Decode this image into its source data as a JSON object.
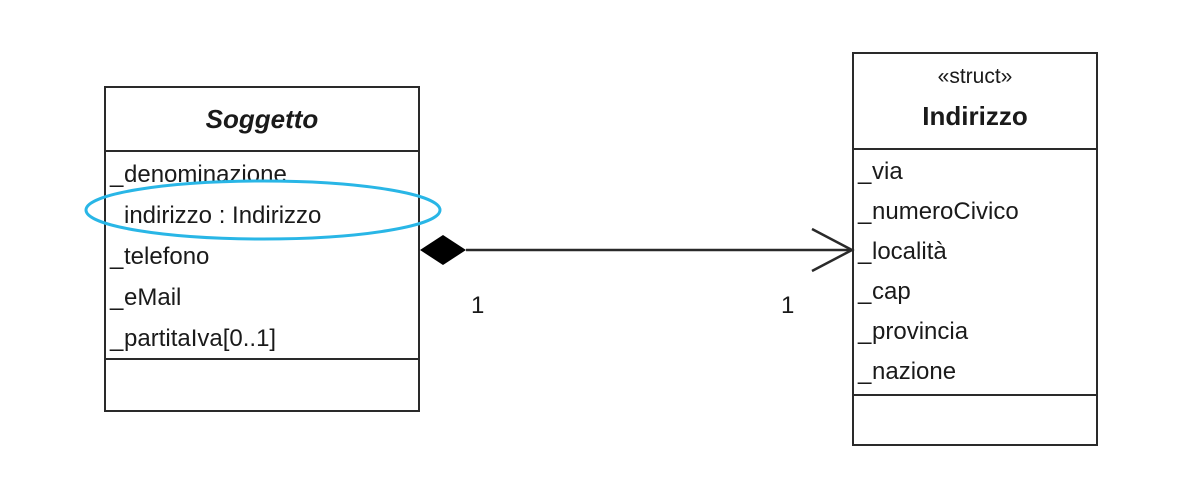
{
  "soggetto": {
    "name": "Soggetto",
    "attributes": [
      "denominazione",
      "indirizzo : Indirizzo",
      "telefono",
      "eMail",
      "partitaIva[0..1]"
    ]
  },
  "indirizzo": {
    "stereotype": "«struct»",
    "name": "Indirizzo",
    "attributes": [
      "via",
      "numeroCivico",
      "località",
      "cap",
      "provincia",
      "nazione"
    ]
  },
  "association": {
    "source_multiplicity": "1",
    "target_multiplicity": "1",
    "type": "composition"
  },
  "highlight": {
    "target": "indirizzo : Indirizzo",
    "color": "#29b6e6"
  }
}
